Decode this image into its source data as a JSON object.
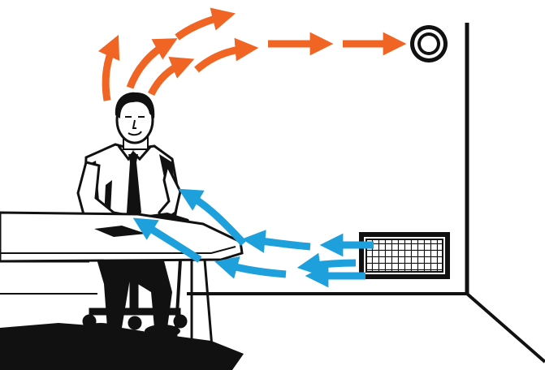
{
  "colors": {
    "warm_air": "#f06424",
    "cool_air": "#1ea0dc",
    "ink": "#111111",
    "paper": "#ffffff"
  },
  "icons": {
    "exhaust_vent": "ceiling-exhaust-vent-icon",
    "supply_grille": "floor-supply-grille-icon",
    "person": "seated-person-illustration"
  },
  "flows": {
    "warm_air_direction": "rising-then-toward-exhaust",
    "cool_air_direction": "from-grille-toward-person"
  }
}
